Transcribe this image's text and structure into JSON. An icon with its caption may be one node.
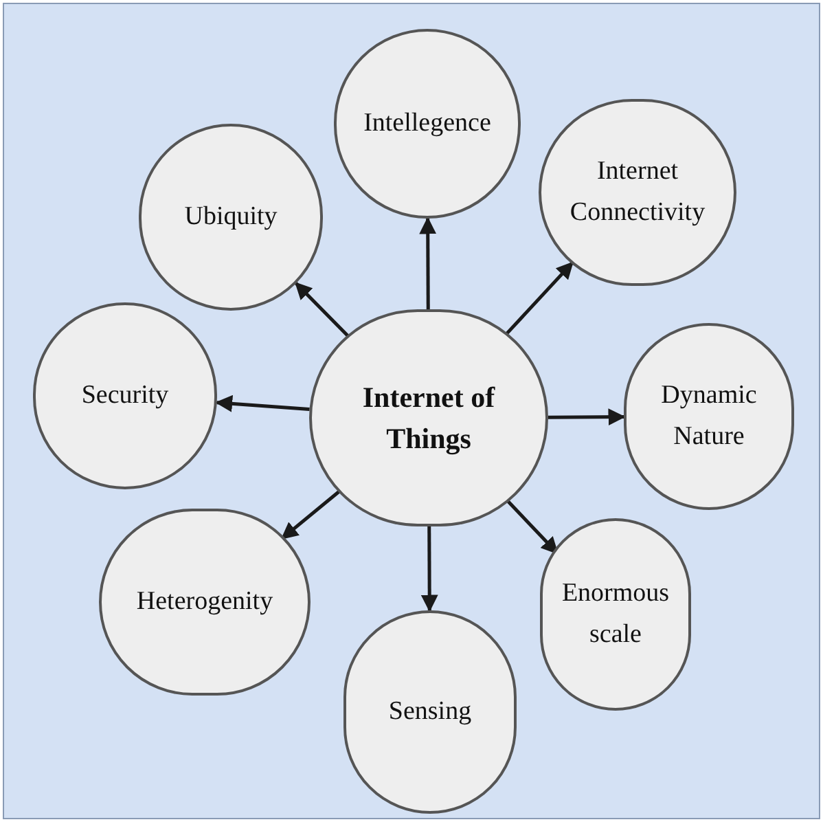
{
  "diagram": {
    "nodes": [
      {
        "text": [
          "Internet of Things"
        ]
      },
      {
        "text": [
          "Intellegence"
        ]
      },
      {
        "text": [
          "Internet Connectivity"
        ]
      },
      {
        "text": [
          "Dynamic Nature"
        ]
      },
      {
        "text": [
          "Enormous scale"
        ]
      },
      {
        "text": [
          "Sensing"
        ]
      },
      {
        "text": [
          "Heterogenity"
        ]
      },
      {
        "text": [
          "Security"
        ]
      },
      {
        "text": [
          "Ubiquity"
        ]
      }
    ],
    "edges": [
      {
        "from": 0,
        "to": 1,
        "arrow": "to"
      },
      {
        "from": 0,
        "to": 2,
        "arrow": "to"
      },
      {
        "from": 0,
        "to": 3,
        "arrow": "to"
      },
      {
        "from": 0,
        "to": 4,
        "arrow": "to"
      },
      {
        "from": 0,
        "to": 5,
        "arrow": "to"
      },
      {
        "from": 0,
        "to": 6,
        "arrow": "to"
      },
      {
        "from": 0,
        "to": 7,
        "arrow": "to"
      },
      {
        "from": 0,
        "to": 8,
        "arrow": "to"
      }
    ]
  }
}
